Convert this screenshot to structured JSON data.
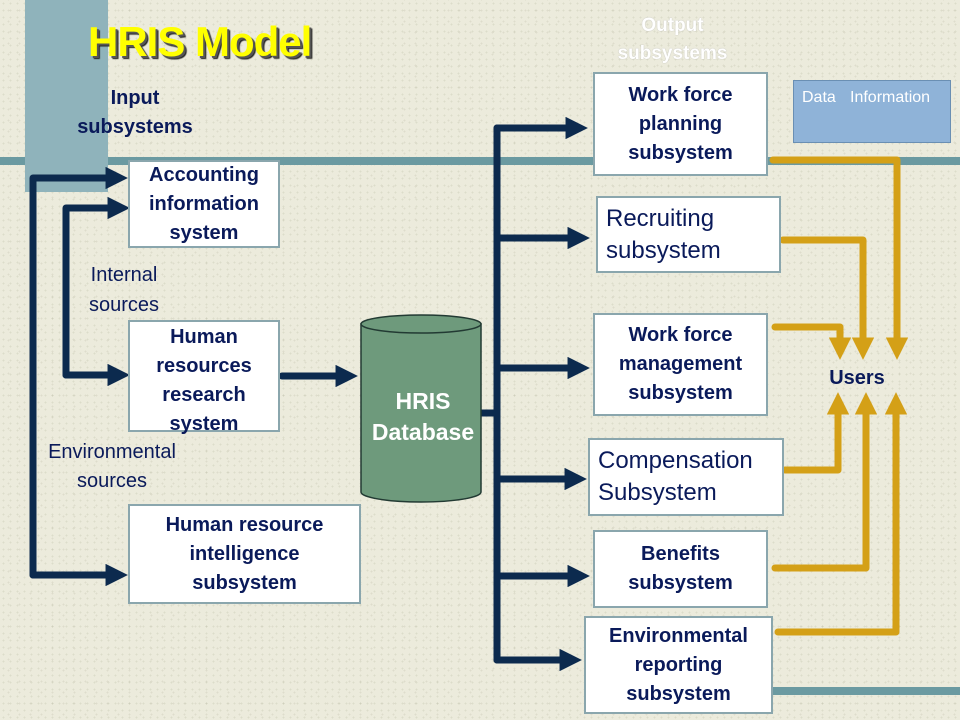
{
  "title": "HRIS Model",
  "labels": {
    "output_subsystems": "Output\nsubsystems",
    "input_subsystems": "Input\nsubsystems",
    "internal_sources": "Internal\nsources",
    "environmental_sources": "Environmental\nsources",
    "users": "Users"
  },
  "database": {
    "label": "HRIS\nDatabase"
  },
  "legend": {
    "data": "Data",
    "information": "Information"
  },
  "input_boxes": [
    {
      "text": "Accounting\ninformation\nsystem"
    },
    {
      "text": "Human\nresources\nresearch\nsystem"
    },
    {
      "text": "Human resource\nintelligence\nsubsystem"
    }
  ],
  "output_boxes": [
    {
      "text": "Work force\nplanning\nsubsystem"
    },
    {
      "text": "Recruiting\nsubsystem"
    },
    {
      "text": "Work force\nmanagement\nsubsystem"
    },
    {
      "text": "Compensation\nSubsystem"
    },
    {
      "text": "Benefits\nsubsystem"
    },
    {
      "text": "Environmental\nreporting\nsubsystem"
    }
  ],
  "colors": {
    "data_flow": "#0c2a4e",
    "information_flow": "#d4a017",
    "database_fill": "#6e9a7c",
    "title": "#ffff00",
    "stripe": "#6b9aa1"
  }
}
